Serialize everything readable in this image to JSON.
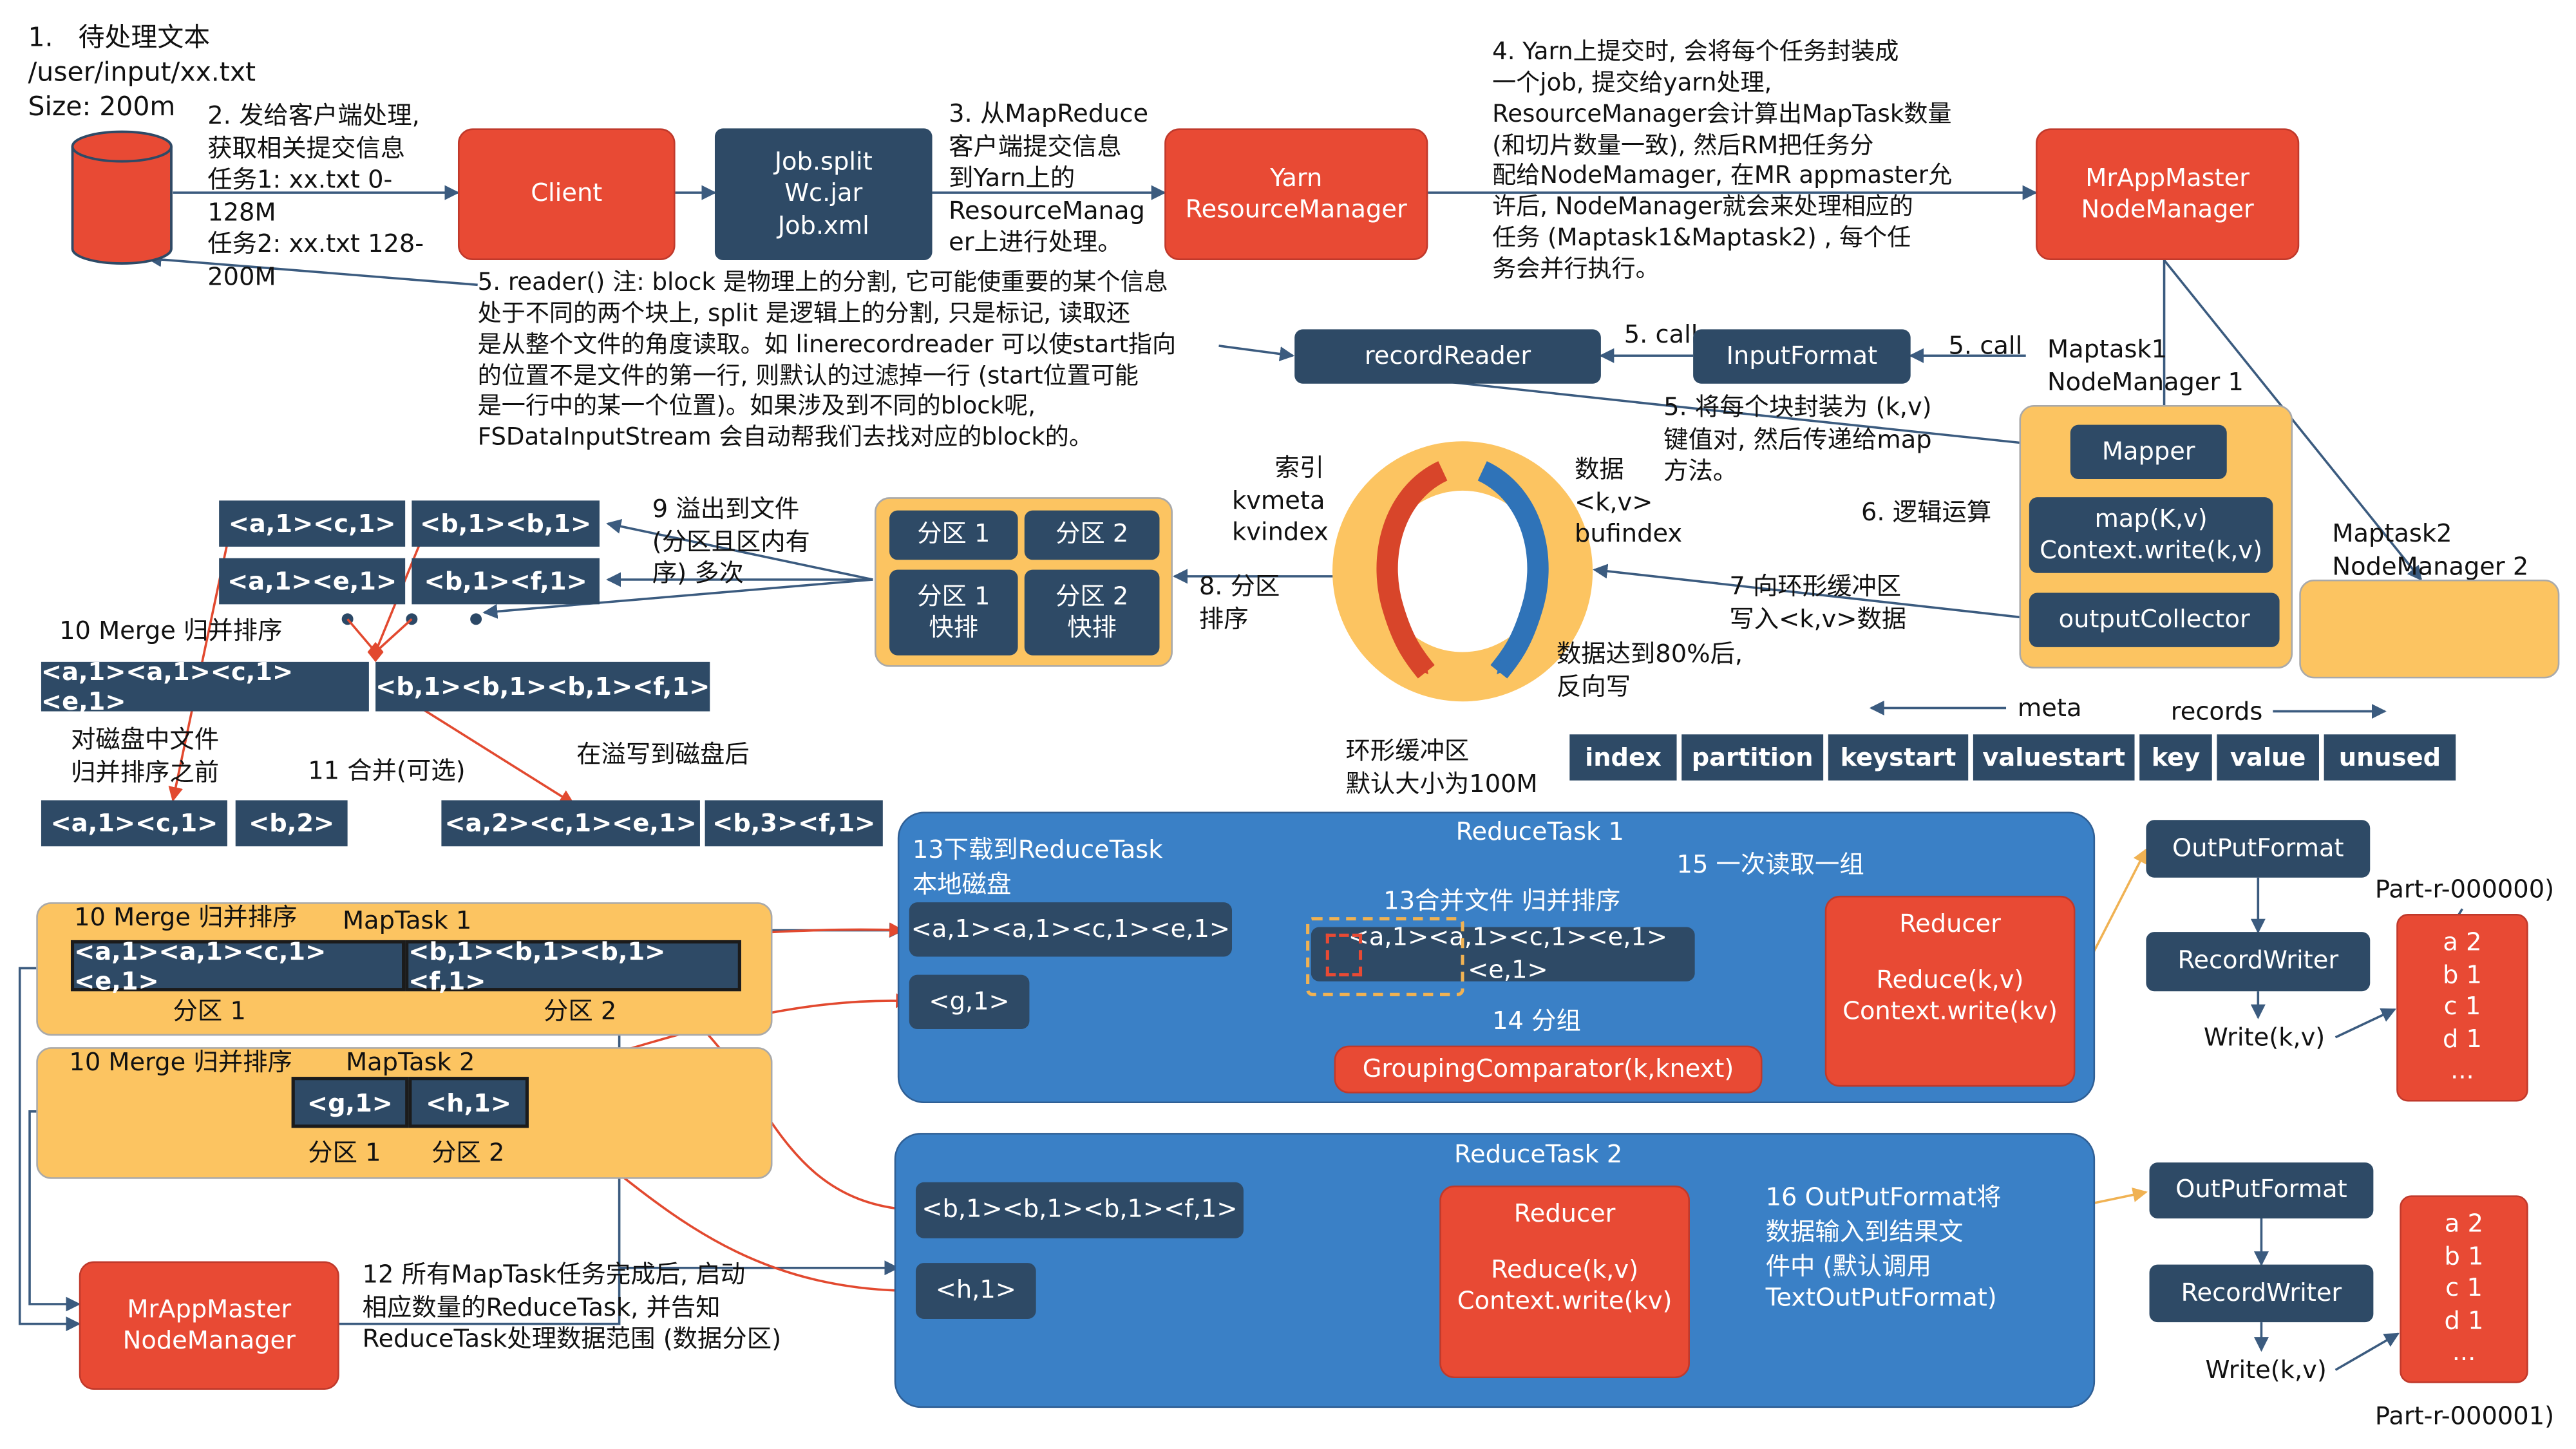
{
  "colors": {
    "red": "#e84a34",
    "navy": "#2e4a66",
    "yellow": "#fcc461",
    "blue": "#3a80c6",
    "line": "#3b5b7f",
    "orange_line": "#e37b5c"
  },
  "step1": {
    "num": "1.",
    "title": "待处理文本",
    "path": "/user/input/xx.txt",
    "size": "Size: 200m"
  },
  "step2": "2. 发给客户端处理,\n获取相关提交信息\n任务1:  xx.txt 0-\n128M\n任务2:  xx.txt 128-\n200M",
  "client": "Client",
  "jobfiles": "Job.split\nWc.jar\nJob.xml",
  "step3": "3. 从MapReduce\n客户端提交信息\n到Yarn上的\nResourceManag\ner上进行处理。",
  "yarn_rm": "Yarn\nResourceManager",
  "step4": "4. Yarn上提交时, 会将每个任务封装成\n一个job, 提交给yarn处理,\nResourceManager会计算出MapTask数量\n(和切片数量一致), 然后RM把任务分\n配给NodeMamager, 在MR appmaster允\n许后, NodeManager就会来处理相应的\n任务 (Maptask1&Maptask2) , 每个任\n务会并行执行。",
  "mrapp_top": "MrAppMaster\nNodeManager",
  "step5_reader": "5. reader()  注: block 是物理上的分割, 它可能使重要的某个信息\n处于不同的两个块上, split 是逻辑上的分割, 只是标记, 读取还\n是从整个文件的角度读取。如 linerecordreader 可以使start指向\n的位置不是文件的第一行, 则默认的过滤掉一行 (start位置可能\n是一行中的某一个位置)。如果涉及到不同的block呢,\nFSDataInputStream 会自动帮我们去找对应的block的。",
  "record_reader": "recordReader",
  "call1": "5. call",
  "input_format": "InputFormat",
  "call2": "5. call",
  "maptask1_label": "Maptask1\nNodeManager 1",
  "step5_kv": "5. 将每个块封装为 (k,v)\n键值对, 然后传递给map\n方法。",
  "mapper": "Mapper",
  "logic": "6. 逻辑运算",
  "map_fn": "map(K,v)\nContext.write(k,v)",
  "output_collector": "outputCollector",
  "maptask2_label": "Maptask2\nNodeManager 2",
  "step7": "7 向环形缓冲区\n写入<k,v>数据",
  "ring": {
    "left": "索引\nkvmeta\nkvindex",
    "right": "数据\n<k,v>\nbufindex",
    "threshold": "数据达到80%后,\n反向写",
    "caption": "环形缓冲区\n默认大小为100M"
  },
  "meta_label": "meta",
  "records_label": "records",
  "meta_fields": [
    "index",
    "partition",
    "keystart",
    "valuestart",
    "key",
    "value",
    "unused"
  ],
  "step8": "8. 分区\n排序",
  "partitions": [
    "分区 1",
    "分区 2",
    "分区 1\n快排",
    "分区 2\n快排"
  ],
  "step9": "9 溢出到文件\n(分区且区内有\n序) 多次",
  "spill_files": [
    "<a,1><c,1>",
    "<b,1><b,1>",
    "<a,1><e,1>",
    "<b,1><f,1>"
  ],
  "merge_title": "10 Merge 归并排序",
  "merged": [
    "<a,1><a,1><c,1><e,1>",
    "<b,1><b,1><b,1><f,1>"
  ],
  "before_merge": "对磁盘中文件\n归并排序之前",
  "combine_label": "11 合并(可选)",
  "after_spill": "在溢写到磁盘后",
  "combine_before": [
    "<a,1><c,1>",
    "<b,2>"
  ],
  "combine_after": [
    "<a,2><c,1><e,1>",
    "<b,3><f,1>"
  ],
  "mt1": {
    "merge": "10 Merge 归并排序",
    "name": "MapTask 1",
    "cells": [
      "<a,1><a,1><c,1><e,1>",
      "<b,1><b,1><b,1><f,1>"
    ],
    "parts": [
      "分区 1",
      "分区 2"
    ]
  },
  "mt2": {
    "merge": "10 Merge 归并排序",
    "name": "MapTask 2",
    "cells": [
      "<g,1>",
      "<h,1>"
    ],
    "parts": [
      "分区 1",
      "分区 2"
    ]
  },
  "mrapp_bottom": "MrAppMaster\nNodeManager",
  "step12": "12 所有MapTask任务完成后, 启动\n相应数量的ReduceTask, 并告知\nReduceTask处理数据范围 (数据分区)",
  "rt1": {
    "title": "ReduceTask 1",
    "download": "13下载到ReduceTask\n本地磁盘",
    "items": [
      "<a,1><a,1><c,1><e,1>",
      "<g,1>"
    ],
    "merge_title": "13合并文件 归并排序",
    "merged": "<a,1><a,1><c,1><e,1><e,1>",
    "read_group": "15 一次读取一组",
    "group_label": "14 分组",
    "grouping": "GroupingComparator(k,knext)",
    "reducer_title": "Reducer",
    "reducer_body": "Reduce(k,v)\nContext.write(kv)"
  },
  "rt2": {
    "title": "ReduceTask 2",
    "items": [
      "<b,1><b,1><b,1><f,1>",
      "<h,1>"
    ],
    "reducer_title": "Reducer",
    "reducer_body": "Reduce(k,v)\nContext.write(kv)",
    "step16": "16 OutPutFormat将\n数据输入到结果文\n件中 (默认调用\nTextOutPutFormat)"
  },
  "out1": {
    "format": "OutPutFormat",
    "writer": "RecordWriter",
    "write": "Write(k,v)",
    "part": "Part-r-000000)",
    "result": "a 2\nb 1\nc 1\nd 1\n..."
  },
  "out2": {
    "format": "OutPutFormat",
    "writer": "RecordWriter",
    "write": "Write(k,v)",
    "part": "Part-r-000001)",
    "result": "a 2\nb 1\nc 1\nd 1\n..."
  }
}
